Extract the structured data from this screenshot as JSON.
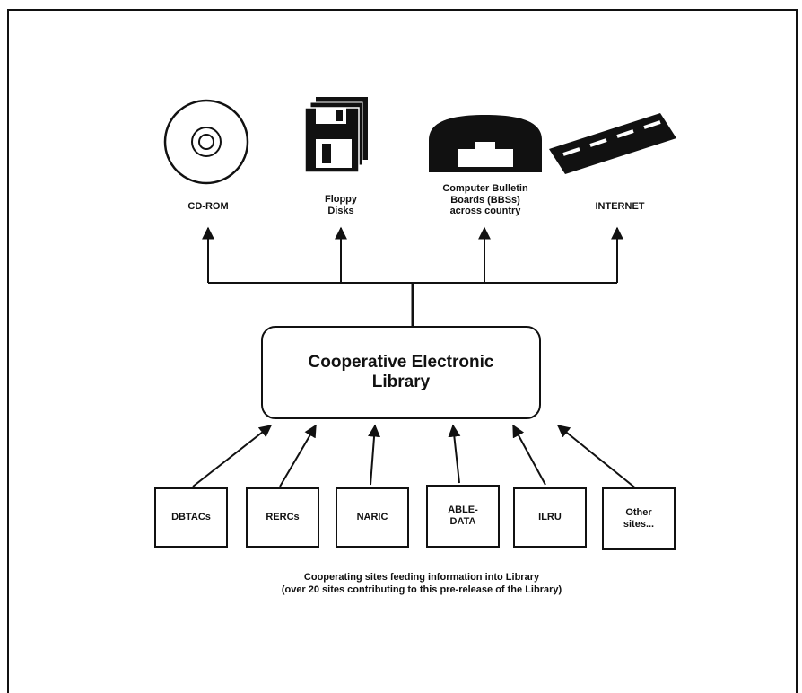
{
  "outputs": [
    {
      "label": "CD-ROM",
      "icon": "cd-rom-icon"
    },
    {
      "label": "Floppy\nDisks",
      "icon": "floppy-disk-icon"
    },
    {
      "label": "Computer Bulletin\nBoards (BBSs)\nacross country",
      "icon": "telephone-icon"
    },
    {
      "label": "INTERNET",
      "icon": "road-icon"
    }
  ],
  "core": {
    "label": "Cooperative Electronic\nLibrary"
  },
  "sources": [
    {
      "label": "DBTACs"
    },
    {
      "label": "RERCs"
    },
    {
      "label": "NARIC"
    },
    {
      "label": "ABLE-\nDATA"
    },
    {
      "label": "ILRU"
    },
    {
      "label": "Other\nsites..."
    }
  ],
  "caption": {
    "line1": "Cooperating sites feeding information into Library",
    "line2": "(over 20 sites contributing to this pre-release of the Library)"
  }
}
